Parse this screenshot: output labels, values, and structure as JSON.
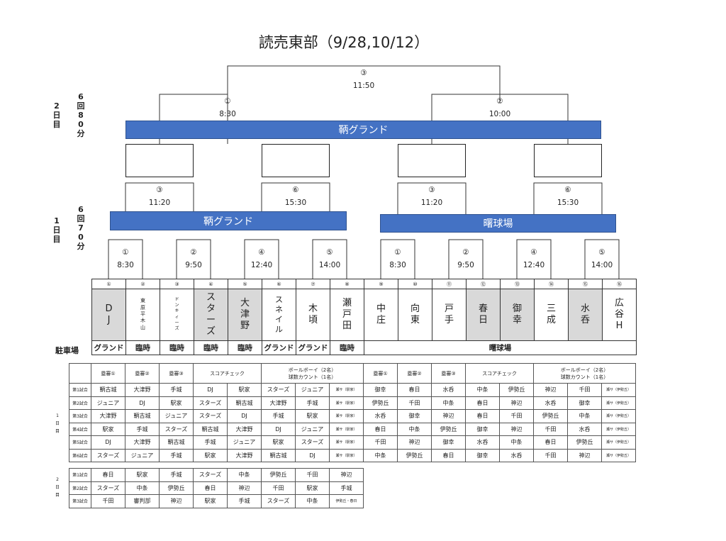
{
  "title": "読売東部（9/28,10/12）",
  "day2": {
    "day": [
      "2",
      "日",
      "目"
    ],
    "innings": [
      "6",
      "回",
      "8",
      "0",
      "分"
    ]
  },
  "day1": {
    "day": [
      "1",
      "日",
      "目"
    ],
    "innings": [
      "6",
      "回",
      "7",
      "0",
      "分"
    ]
  },
  "final": {
    "num": "③",
    "time": "11:50"
  },
  "day2_semis": [
    {
      "num": "①",
      "time": "8:30"
    },
    {
      "num": "②",
      "time": "10:00"
    }
  ],
  "venue_day2": "鞆グランド",
  "day2_quarters": [
    {
      "num": "③",
      "time": "11:20"
    },
    {
      "num": "⑥",
      "time": "15:30"
    },
    {
      "num": "③",
      "time": "11:20"
    },
    {
      "num": "⑥",
      "time": "15:30"
    }
  ],
  "venues_day1": [
    "鞆グランド",
    "曙球場"
  ],
  "day1_first": [
    {
      "num": "①",
      "time": "8:30"
    },
    {
      "num": "②",
      "time": "9:50"
    },
    {
      "num": "④",
      "time": "12:40"
    },
    {
      "num": "⑤",
      "time": "14:00"
    },
    {
      "num": "①",
      "time": "8:30"
    },
    {
      "num": "②",
      "time": "9:50"
    },
    {
      "num": "④",
      "time": "12:40"
    },
    {
      "num": "⑤",
      "time": "14:00"
    }
  ],
  "teams": [
    {
      "num": "①",
      "name": "DJ",
      "gray": true
    },
    {
      "num": "②",
      "name": "東原平木山",
      "gray": false
    },
    {
      "num": "③",
      "name": "ドンキィーズ",
      "gray": false
    },
    {
      "num": "④",
      "name": "スターズ",
      "gray": true
    },
    {
      "num": "⑤",
      "name": "大津野",
      "gray": true
    },
    {
      "num": "⑥",
      "name": "スネイル",
      "gray": false
    },
    {
      "num": "⑦",
      "name": "木頃",
      "gray": false
    },
    {
      "num": "⑧",
      "name": "瀬戸田",
      "gray": false
    },
    {
      "num": "⑨",
      "name": "中庄",
      "gray": false
    },
    {
      "num": "⑩",
      "name": "向東",
      "gray": false
    },
    {
      "num": "⑪",
      "name": "戸手",
      "gray": false
    },
    {
      "num": "⑫",
      "name": "春日",
      "gray": true
    },
    {
      "num": "⑬",
      "name": "御幸",
      "gray": true
    },
    {
      "num": "⑭",
      "name": "三成",
      "gray": false
    },
    {
      "num": "⑮",
      "name": "水呑",
      "gray": true
    },
    {
      "num": "⑯",
      "name": "広谷H",
      "gray": false
    }
  ],
  "parking": {
    "label": "駐車場",
    "cells": [
      "グランド",
      "臨時",
      "臨時",
      "臨時",
      "臨時",
      "グランド",
      "グランド",
      "臨時"
    ],
    "right": "曙球場"
  },
  "duty_header": {
    "left": [
      "塁審①",
      "塁審②",
      "塁審③",
      "スコアチェック",
      "ボールボーイ（2名）",
      "球数カウント（1名）"
    ],
    "right": [
      "塁審①",
      "塁審②",
      "塁審③",
      "スコアチェック",
      "ボールボーイ（2名）",
      "球数カウント（1名）"
    ]
  },
  "day1_label": [
    "1",
    "日",
    "目"
  ],
  "day1_duty": [
    {
      "label": "第1試合",
      "left": [
        "鞆古城",
        "大津野",
        "手城",
        "DJ",
        "駅家",
        "スターズ",
        "ジュニア",
        "瀬サ（駅家）"
      ],
      "right": [
        "御幸",
        "春日",
        "水呑",
        "中条",
        "伊勢丘",
        "神辺",
        "千田",
        "瀬サ（伊勢丘）"
      ]
    },
    {
      "label": "第2試合",
      "left": [
        "ジュニア",
        "DJ",
        "駅家",
        "スターズ",
        "鞆古城",
        "大津野",
        "手城",
        "瀬サ（駅家）"
      ],
      "right": [
        "伊勢丘",
        "千田",
        "中条",
        "春日",
        "神辺",
        "水呑",
        "御幸",
        "瀬サ（伊勢丘）"
      ]
    },
    {
      "label": "第3試合",
      "left": [
        "大津野",
        "鞆古城",
        "ジュニア",
        "スターズ",
        "DJ",
        "手城",
        "駅家",
        "瀬サ（駅家）"
      ],
      "right": [
        "水呑",
        "御幸",
        "神辺",
        "春日",
        "千田",
        "伊勢丘",
        "中条",
        "瀬サ（伊勢丘）"
      ]
    },
    {
      "label": "第4試合",
      "left": [
        "駅家",
        "手城",
        "スターズ",
        "鞆古城",
        "大津野",
        "DJ",
        "ジュニア",
        "瀬サ（駅家）"
      ],
      "right": [
        "春日",
        "中条",
        "伊勢丘",
        "御幸",
        "神辺",
        "千田",
        "水呑",
        "瀬サ（伊勢丘）"
      ]
    },
    {
      "label": "第5試合",
      "left": [
        "DJ",
        "大津野",
        "鞆古城",
        "手城",
        "ジュニア",
        "駅家",
        "スターズ",
        "瀬サ（駅家）"
      ],
      "right": [
        "千田",
        "神辺",
        "御幸",
        "水呑",
        "中条",
        "春日",
        "伊勢丘",
        "瀬サ（伊勢丘）"
      ]
    },
    {
      "label": "第6試合",
      "left": [
        "スターズ",
        "ジュニア",
        "手城",
        "駅家",
        "大津野",
        "鞆古城",
        "DJ",
        "瀬サ（駅家）"
      ],
      "right": [
        "中条",
        "伊勢丘",
        "春日",
        "御幸",
        "水呑",
        "千田",
        "神辺",
        "瀬サ（伊勢丘）"
      ]
    }
  ],
  "day2_label": [
    "2",
    "日",
    "目"
  ],
  "day2_duty": [
    {
      "label": "第1試合",
      "cells": [
        "春日",
        "駅家",
        "手城",
        "スターズ",
        "中条",
        "伊勢丘",
        "千田",
        "神辺"
      ]
    },
    {
      "label": "第2試合",
      "cells": [
        "スターズ",
        "中条",
        "伊勢丘",
        "春日",
        "神辺",
        "千田",
        "駅家",
        "手城"
      ]
    },
    {
      "label": "第3試合",
      "cells": [
        "千田",
        "審判部",
        "神辺",
        "駅家",
        "手城",
        "スターズ",
        "中条",
        "伊勢丘・春日"
      ]
    }
  ]
}
